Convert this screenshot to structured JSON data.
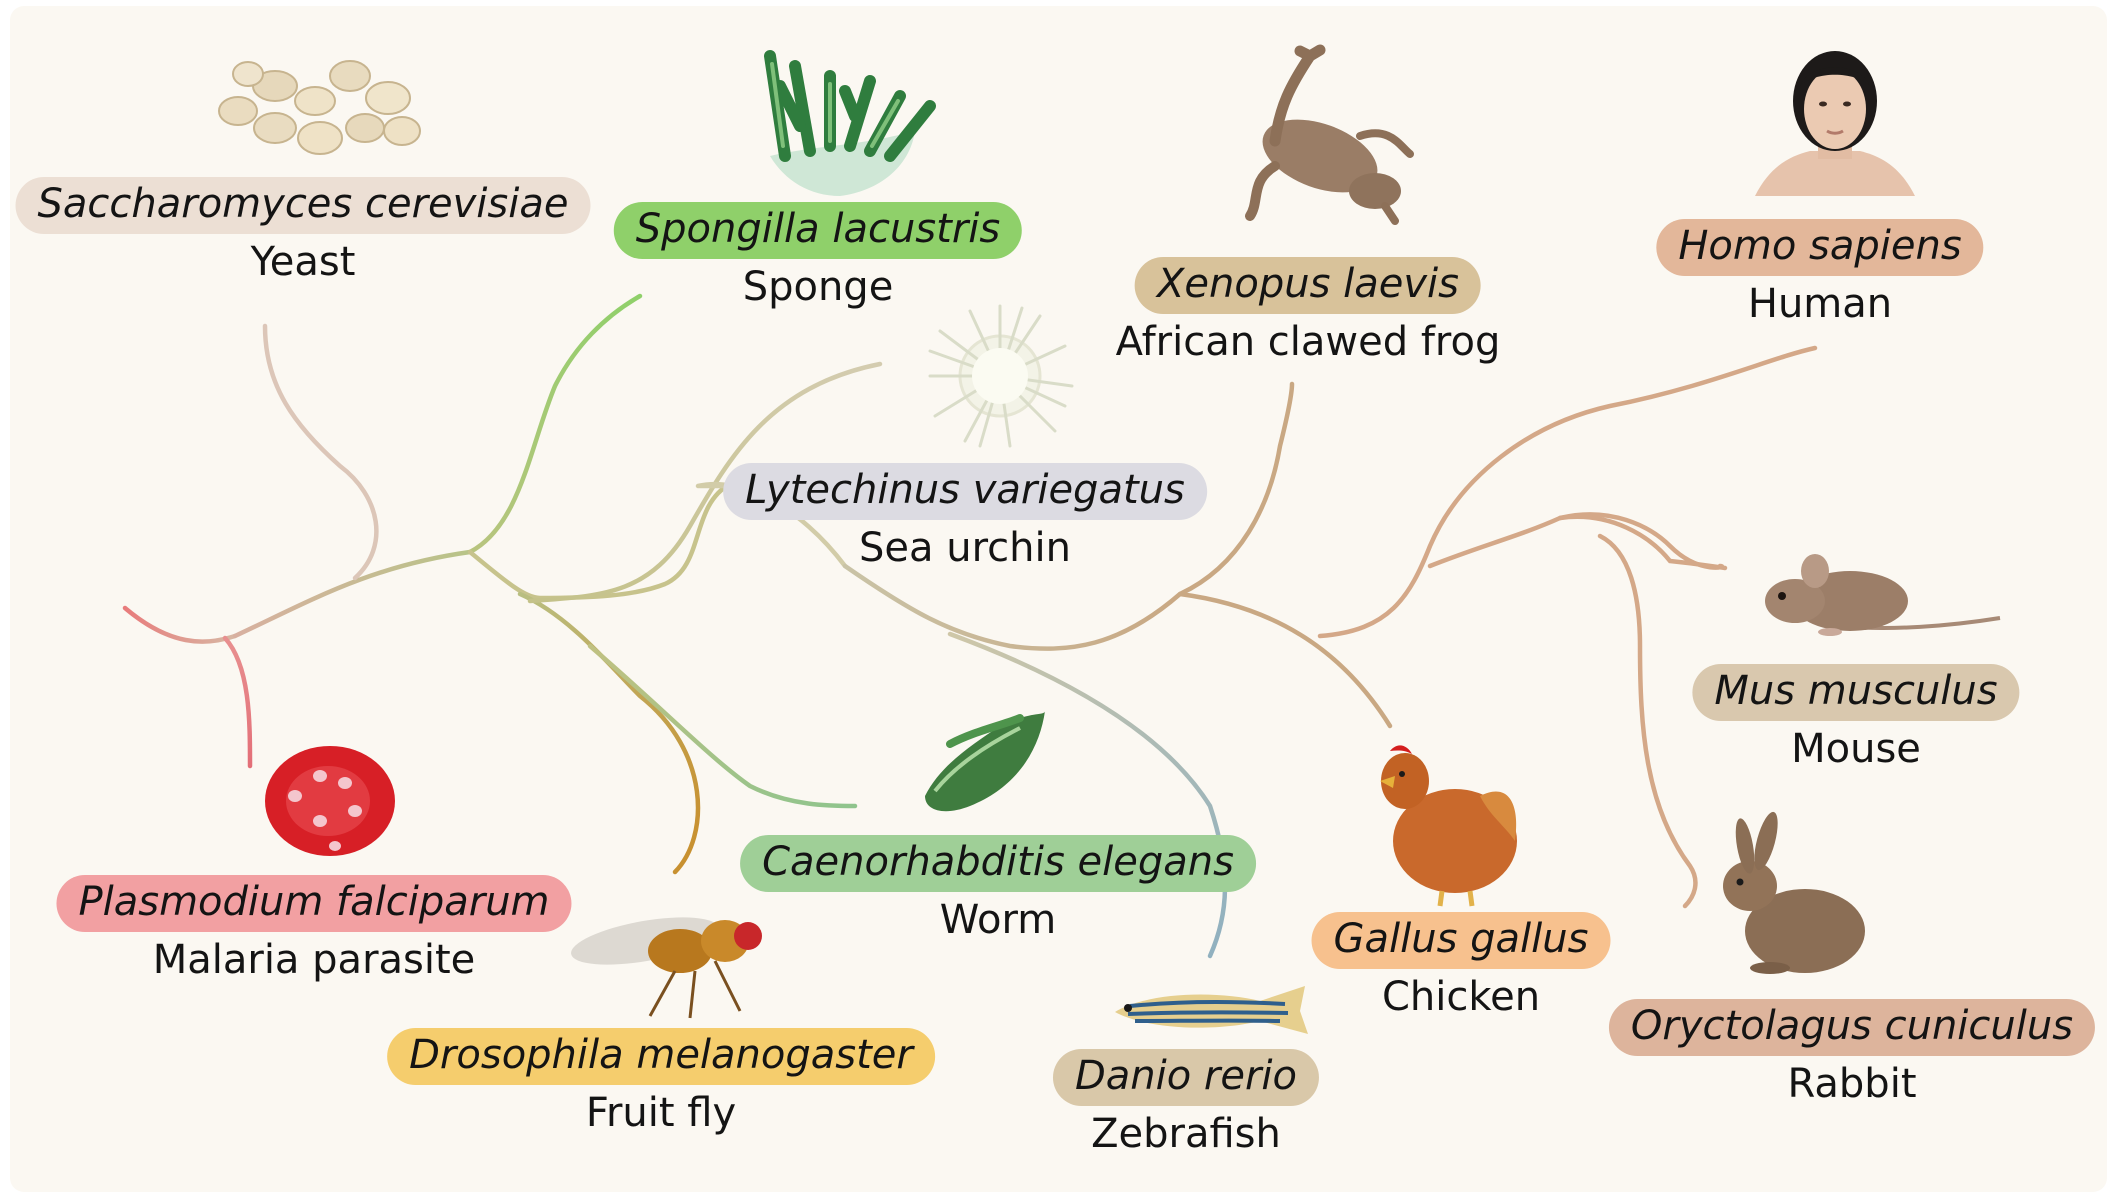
{
  "colors": {
    "background": "#fbf8f2",
    "yeast": "#ecdfd4",
    "sponge": "#8fd06a",
    "frog": "#d8c29a",
    "human": "#e3b79a",
    "urchin": "#dcdbe2",
    "mouse": "#d9c8ae",
    "worm": "#9fcf97",
    "malaria": "#f2a0a2",
    "fly": "#f5cd6d",
    "zebrafish": "#d9c8a9",
    "chicken": "#f7c18e",
    "rabbit": "#ddb49c"
  },
  "organisms": [
    {
      "id": "yeast",
      "scientific": "Saccharomyces cerevisiae",
      "common": "Yeast",
      "color": "#ecdfd4",
      "icon": "yeast-cells-icon"
    },
    {
      "id": "sponge",
      "scientific": "Spongilla lacustris",
      "common": "Sponge",
      "color": "#8fd06a",
      "icon": "sponge-icon"
    },
    {
      "id": "frog",
      "scientific": "Xenopus laevis",
      "common": "African clawed frog",
      "color": "#d8c29a",
      "icon": "frog-icon"
    },
    {
      "id": "human",
      "scientific": "Homo sapiens",
      "common": "Human",
      "color": "#e3b79a",
      "icon": "human-icon"
    },
    {
      "id": "urchin",
      "scientific": "Lytechinus variegatus",
      "common": "Sea urchin",
      "color": "#dcdbe2",
      "icon": "sea-urchin-icon"
    },
    {
      "id": "mouse",
      "scientific": "Mus musculus",
      "common": "Mouse",
      "color": "#d9c8ae",
      "icon": "mouse-icon"
    },
    {
      "id": "worm",
      "scientific": "Caenorhabditis elegans",
      "common": "Worm",
      "color": "#9fcf97",
      "icon": "worm-icon"
    },
    {
      "id": "malaria",
      "scientific": "Plasmodium falciparum",
      "common": "Malaria parasite",
      "color": "#f2a0a2",
      "icon": "red-blood-cell-icon"
    },
    {
      "id": "fly",
      "scientific": "Drosophila melanogaster",
      "common": "Fruit fly",
      "color": "#f5cd6d",
      "icon": "fruit-fly-icon"
    },
    {
      "id": "zebrafish",
      "scientific": "Danio rerio",
      "common": "Zebrafish",
      "color": "#d9c8a9",
      "icon": "zebrafish-icon"
    },
    {
      "id": "chicken",
      "scientific": "Gallus gallus",
      "common": "Chicken",
      "color": "#f7c18e",
      "icon": "chicken-icon"
    },
    {
      "id": "rabbit",
      "scientific": "Oryctolagus cuniculus",
      "common": "Rabbit",
      "color": "#ddb49c",
      "icon": "rabbit-icon"
    }
  ]
}
